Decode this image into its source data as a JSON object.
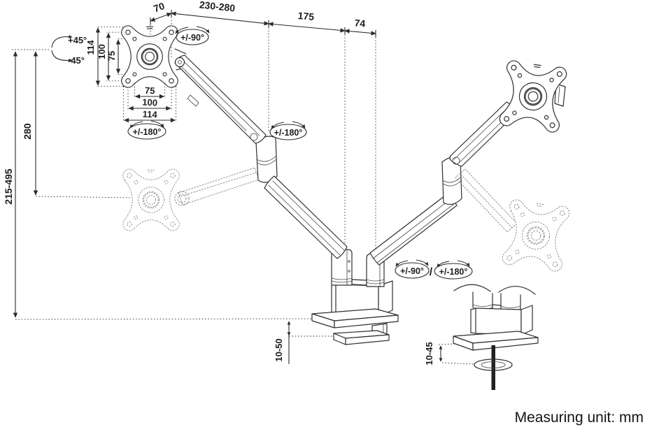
{
  "unit_note": "Measuring unit: mm",
  "dims": {
    "top_offset": "70",
    "top_arm_range": "230-280",
    "top_lower_arm": "175",
    "top_post_gap": "74",
    "height_range": "215-495",
    "lift": "280",
    "vesa_v_outer": "114",
    "vesa_v_mid": "100",
    "vesa_v_inner": "75",
    "vesa_h_inner": "75",
    "vesa_h_mid": "100",
    "vesa_h_outer": "114",
    "clamp_range": "10-50",
    "grommet_range": "10-45"
  },
  "rotations": {
    "tilt_plus": "+45°",
    "tilt_minus": "-45°",
    "swivel": "+/-90°",
    "plate_rotate": "+/-180°",
    "elbow_rotate": "+/-180°",
    "base_swivel": "+/-90°",
    "slash": "/",
    "base_rotate": "+/-180°"
  },
  "colors": {
    "line": "#2f2f2f",
    "ghost": "#8a8a8a",
    "background": "#ffffff"
  }
}
